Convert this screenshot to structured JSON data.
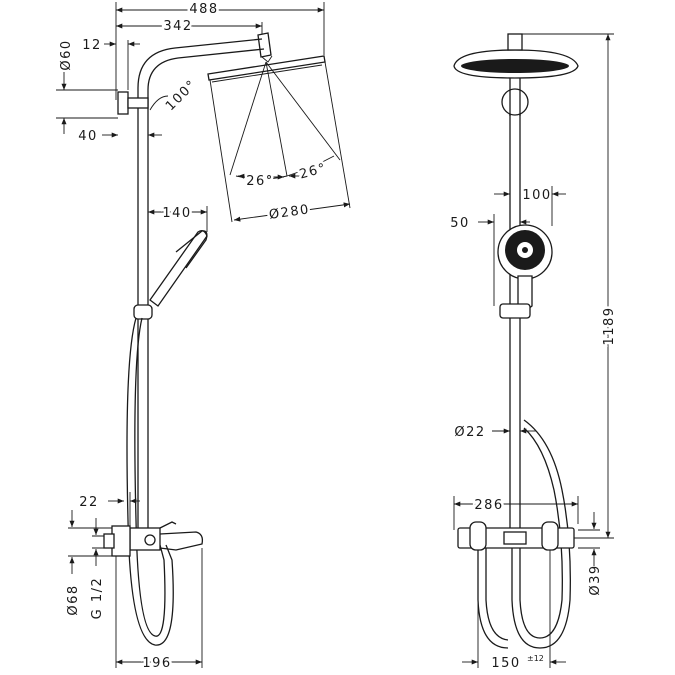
{
  "dimensions": {
    "d488": "488",
    "d342": "342",
    "d12": "12",
    "d60": "Ø60",
    "d100deg": "100°",
    "d40": "40",
    "d26a": "26°",
    "d26b": "26°",
    "d280": "Ø280",
    "d140": "140",
    "d22": "22",
    "d68": "Ø68",
    "dg12": "G 1/2",
    "d196": "196",
    "d100": "100",
    "d50": "50",
    "d1189": "1189",
    "d22dia": "Ø22",
    "d286": "286",
    "d39": "Ø39",
    "d150": "150",
    "d150tol": "±12"
  }
}
